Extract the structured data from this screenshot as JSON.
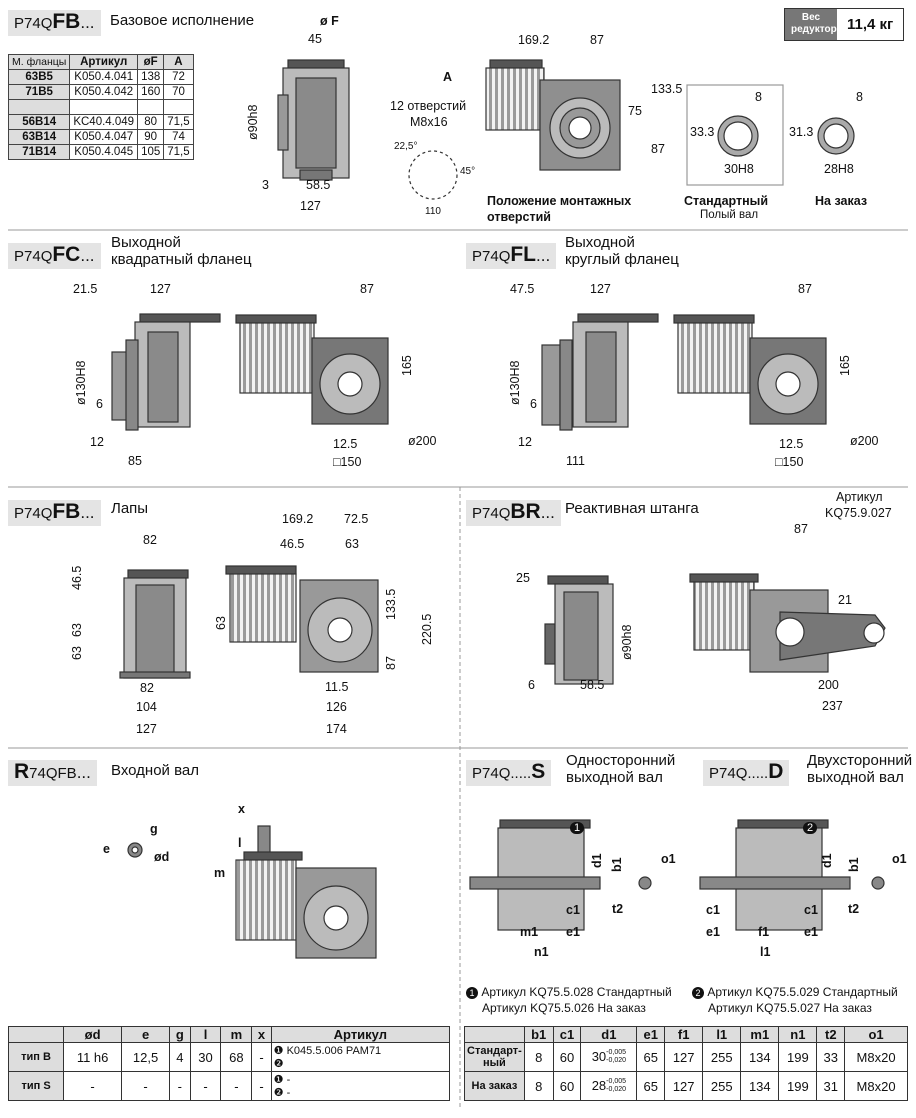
{
  "colors": {
    "gear": "#8a8a8a",
    "dark": "#333333",
    "caption_bg": "#e4e4e4",
    "dim_line": "#777777"
  },
  "weight_box": {
    "label": "Вес редуктора",
    "value": "11,4 кг"
  },
  "sec_fb": {
    "prefix": "P74Q",
    "code": "FB",
    "suffix": "...",
    "desc": "Базовое исполнение"
  },
  "flange_table": {
    "headers": [
      "М. фланцы",
      "Артикул",
      "øF",
      "A"
    ],
    "rows": [
      [
        "63B5",
        "K050.4.041",
        "138",
        "72"
      ],
      [
        "71B5",
        "K050.4.042",
        "160",
        "70"
      ],
      [
        "",
        "",
        "",
        ""
      ],
      [
        "56B14",
        "KC40.4.049",
        "80",
        "71,5"
      ],
      [
        "63B14",
        "K050.4.047",
        "90",
        "74"
      ],
      [
        "71B14",
        "K050.4.045",
        "105",
        "71,5"
      ]
    ]
  },
  "fb_dims": {
    "phiF": "ø F",
    "d45": "45",
    "phi90": "ø90h8",
    "d3": "3",
    "d585": "58.5",
    "d127": "127",
    "d1692": "169.2",
    "d87": "87",
    "dA": "A",
    "d1335": "133.5",
    "d75": "75",
    "d87b": "87",
    "holes": "12 отверстий",
    "holes2": "M8x16",
    "ang1": "22,5°",
    "ang2": "45°",
    "d110": "110",
    "mount1": "Положение монтажных",
    "mount2": "отверстий"
  },
  "shaft_std": {
    "d8": "8",
    "d333": "33.3",
    "d30": "30H8",
    "title": "Стандартный",
    "sub": "Полый вал"
  },
  "shaft_opt": {
    "d8": "8",
    "d313": "31.3",
    "d28": "28H8",
    "title": "На заказ"
  },
  "sec_fc": {
    "prefix": "P74Q",
    "code": "FC",
    "suffix": "...",
    "desc1": "Выходной",
    "desc2": "квадратный фланец",
    "dims": {
      "d215": "21.5",
      "d127": "127",
      "d87": "87",
      "d130": "ø130H8",
      "d6": "6",
      "d12": "12",
      "d85": "85",
      "d165": "165",
      "d125": "12.5",
      "d200": "ø200",
      "d150": "□150"
    }
  },
  "sec_fl": {
    "prefix": "P74Q",
    "code": "FL",
    "suffix": "...",
    "desc1": "Выходной",
    "desc2": "круглый фланец",
    "dims": {
      "d475": "47.5",
      "d127": "127",
      "d87": "87",
      "d130": "ø130H8",
      "d6": "6",
      "d12": "12",
      "d111": "111",
      "d165": "165",
      "d125": "12.5",
      "d200": "ø200",
      "d150": "□150"
    }
  },
  "sec_fbl": {
    "prefix": "P74Q",
    "code": "FB",
    "suffix": "...",
    "desc": "Лапы",
    "dims": {
      "d82": "82",
      "d465": "46.5",
      "d63a": "63",
      "d63b": "63",
      "d82b": "82",
      "d104": "104",
      "d127": "127",
      "d1692": "169.2",
      "d725": "72.5",
      "d465b": "46.5",
      "d63c": "63",
      "d63d": "63",
      "d1335": "133.5",
      "d2205": "220.5",
      "d87": "87",
      "d115": "11.5",
      "d126": "126",
      "d174": "174"
    }
  },
  "sec_br": {
    "prefix": "P74Q",
    "code": "BR",
    "suffix": "...",
    "desc": "Реактивная штанга",
    "art1": "Артикул",
    "art2": "KQ75.9.027",
    "dims": {
      "d25": "25",
      "d90": "ø90h8",
      "d6": "6",
      "d585": "58.5",
      "d87": "87",
      "d21": "21",
      "d200": "200",
      "d237": "237"
    }
  },
  "sec_r": {
    "prefix": "R",
    "code": "74QFB",
    "suffix": "...",
    "desc": "Входной вал",
    "dims": {
      "g": "g",
      "e": "e",
      "od": "ød",
      "x": "x",
      "l": "l",
      "m": "m"
    }
  },
  "sec_s": {
    "prefix": "P74Q.....",
    "code": "S",
    "desc1": "Односторонний",
    "desc2": "выходной вал",
    "dims": {
      "d1": "d1",
      "b1": "b1",
      "o1": "o1",
      "t2": "t2",
      "c1": "c1",
      "m1": "m1",
      "e1": "e1",
      "n1": "n1",
      "num": "1"
    }
  },
  "sec_d": {
    "prefix": "P74Q.....",
    "code": "D",
    "desc1": "Двухсторонний",
    "desc2": "выходной вал",
    "dims": {
      "d1": "d1",
      "b1": "b1",
      "o1": "o1",
      "t2": "t2",
      "c1": "c1",
      "e1": "e1",
      "f1": "f1",
      "l1": "l1",
      "e1b": "e1",
      "c1b": "c1",
      "num": "2"
    }
  },
  "notes": {
    "n1a": "Артикул KQ75.5.028 Стандартный",
    "n1b": "Артикул KQ75.5.026 На заказ",
    "n2a": "Артикул KQ75.5.029 Стандартный",
    "n2b": "Артикул KQ75.5.027 На заказ"
  },
  "input_table": {
    "headers": [
      "",
      "ød",
      "e",
      "g",
      "l",
      "m",
      "x",
      "Артикул"
    ],
    "rows": [
      {
        "label": "тип B",
        "cells": [
          "11 h6",
          "12,5",
          "4",
          "30",
          "68",
          "-"
        ],
        "art1": "K045.5.006 PAM71",
        "art2": ""
      },
      {
        "label": "тип S",
        "cells": [
          "-",
          "-",
          "-",
          "-",
          "-",
          "-"
        ],
        "art1": "-",
        "art2": "-"
      }
    ]
  },
  "shaft_table": {
    "headers": [
      "",
      "b1",
      "c1",
      "d1",
      "e1",
      "f1",
      "l1",
      "m1",
      "n1",
      "t2",
      "o1"
    ],
    "rows": [
      {
        "label": "Стандарт-ный",
        "cells": [
          "8",
          "60",
          "30",
          "65",
          "127",
          "255",
          "134",
          "199",
          "33",
          "M8x20"
        ],
        "tol1": "-0,005",
        "tol2": "-0,020"
      },
      {
        "label": "На заказ",
        "cells": [
          "8",
          "60",
          "28",
          "65",
          "127",
          "255",
          "134",
          "199",
          "31",
          "M8x20"
        ],
        "tol1": "-0,005",
        "tol2": "-0,020"
      }
    ]
  }
}
